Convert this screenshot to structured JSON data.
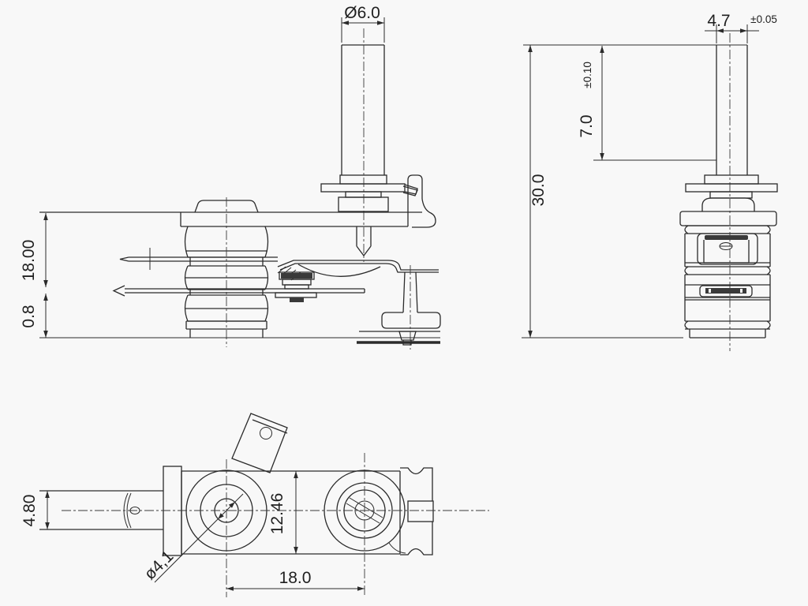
{
  "drawing": {
    "type": "engineering-drawing",
    "part": "bimetal thermostat (three orthographic views)",
    "colors": {
      "background": "#f8f8f8",
      "line": "#2b2b2b",
      "dark_fill": "#3a3a3a"
    },
    "dimensions": {
      "shaft_diameter": "Ø6.0",
      "stem_width": "4.7",
      "stem_width_tolerance": "±0.05",
      "stem_length": "7.0",
      "stem_length_tolerance": "±0.10",
      "overall_height": "30.0",
      "bracket_to_blade": "18.00",
      "blade_thickness": "0.8",
      "terminal_width": "4.80",
      "body_width": "12.46",
      "pin_hole_diameter": "ø4,1",
      "hole_spacing": "18.0"
    }
  }
}
